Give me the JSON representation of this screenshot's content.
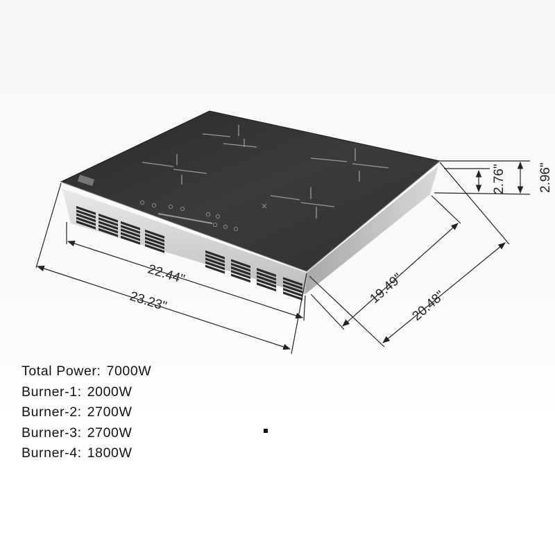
{
  "dimensions": {
    "inner_width": "22.44\"",
    "outer_width": "23.23\"",
    "inner_depth": "19.49\"",
    "outer_depth": "20.48\"",
    "inner_height": "2.76\"",
    "outer_height": "2.96\""
  },
  "specs": [
    {
      "label": "Total Power",
      "value": "7000W"
    },
    {
      "label": "Burner-1",
      "value": "2000W"
    },
    {
      "label": "Burner-2",
      "value": "2700W"
    },
    {
      "label": "Burner-3",
      "value": "2700W"
    },
    {
      "label": "Burner-4",
      "value": "1800W"
    }
  ],
  "colors": {
    "glass_top": "#3a3a3a",
    "stainless_body": "#c8c8c8",
    "dimension_lines": "#222222"
  }
}
